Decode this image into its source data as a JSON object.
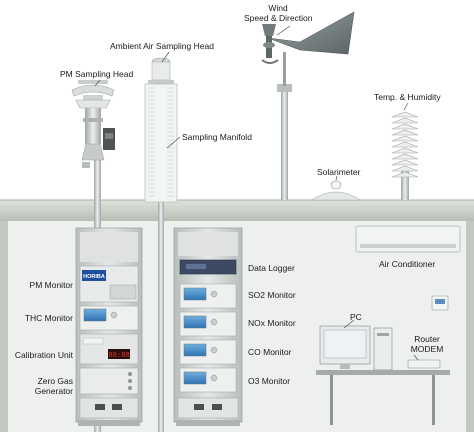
{
  "outdoor": {
    "wind_line1": "Wind",
    "wind_line2": "Speed & Direction",
    "ambient_head": "Ambient Air Sampling Head",
    "pm_head": "PM Sampling Head",
    "temp_humidity": "Temp. & Humidity",
    "sampling_manifold": "Sampling Manifold",
    "solarimeter": "Solarimeter"
  },
  "indoor_left": {
    "pm_monitor": "PM Monitor",
    "thc_monitor": "THC Monitor",
    "calibration_unit": "Calibration Unit",
    "zero_gas_line1": "Zero Gas",
    "zero_gas_line2": "Generator",
    "brand_logo": "HORIBA",
    "display_value": "88:88"
  },
  "indoor_right": {
    "data_logger": "Data Logger",
    "so2_monitor": "SO2 Monitor",
    "nox_monitor": "NOx Monitor",
    "co_monitor": "CO Monitor",
    "o3_monitor": "O3 Monitor",
    "air_conditioner": "Air Conditioner",
    "pc": "PC",
    "router_line1": "Router",
    "router_line2": "MODEM"
  },
  "colors": {
    "shelter_wall": "#c7cdc6",
    "roof": "#d4d9d2",
    "rack": "#d0d4d2",
    "monitor_screen": "#4a90c8",
    "logo_blue": "#1f4fa0"
  }
}
